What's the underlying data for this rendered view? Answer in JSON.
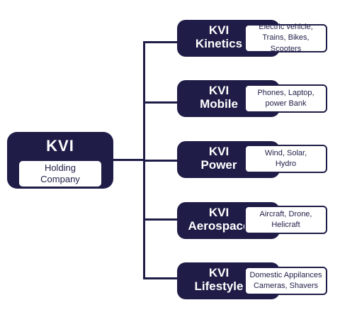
{
  "root": {
    "title": "KVI",
    "description": "Holding\nCompany"
  },
  "children": [
    {
      "title": "KVI\nKinetics",
      "description": "Electric vehicle,\nTrains, Bikes, Scooters"
    },
    {
      "title": "KVI\nMobile",
      "description": "Phones, Laptop,\npower Bank"
    },
    {
      "title": "KVI\nPower",
      "description": "Wind, Solar,\nHydro"
    },
    {
      "title": "KVI\nAerospace",
      "description": "Aircraft, Drone,\nHelicraft"
    },
    {
      "title": "KVI\nLifestyle",
      "description": "Domestic Appilances\nCameras, Shavers"
    }
  ],
  "colors": {
    "navy": "#1f1d47",
    "white": "#ffffff"
  }
}
